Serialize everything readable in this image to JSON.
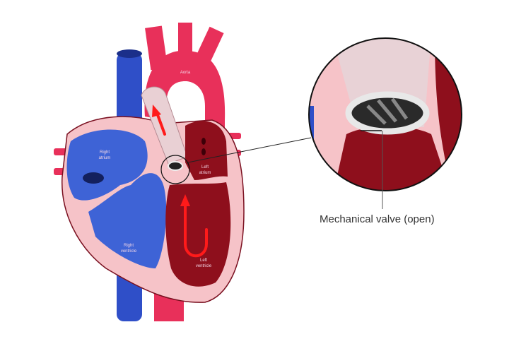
{
  "labels": {
    "aorta": "Aorta",
    "right_atrium": [
      "Right",
      "atrium"
    ],
    "left_atrium": [
      "Left",
      "atrium"
    ],
    "right_ventricle": [
      "Right",
      "ventricle"
    ],
    "left_ventricle": [
      "Left",
      "ventricle"
    ],
    "callout": "Mechanical valve (open)"
  },
  "colors": {
    "vena_cava": "#2f4fc8",
    "aorta": "#e8305a",
    "right_chambers": "#3e63d6",
    "left_chambers": "#8e0f1c",
    "tissue": "#f6c3c8",
    "flow_arrow": "#ff1a1a"
  }
}
